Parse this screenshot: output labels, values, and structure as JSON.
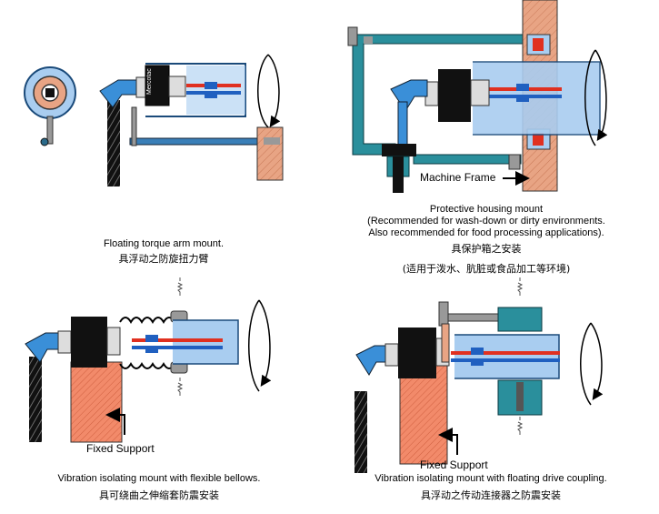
{
  "panels": {
    "torque_arm": {
      "caption_en": "Floating torque arm mount.",
      "caption_zh": "具浮动之防旋扭力臂"
    },
    "housing": {
      "caption_en_1": "Protective housing mount",
      "caption_en_2": "(Recommended for wash-down or dirty environments.",
      "caption_en_3": "Also recommended for food processing applications).",
      "caption_zh_1": "具保护箱之安装",
      "caption_zh_2": "(适用于泼水、肮脏或食品加工等环境)",
      "label_frame": "Machine Frame"
    },
    "bellows": {
      "caption_en": "Vibration isolating mount with flexible bellows.",
      "caption_zh": "具可绕曲之伸缩套防震安装",
      "label_support": "Fixed Support"
    },
    "coupling": {
      "caption_en": "Vibration isolating mount with floating drive coupling.",
      "caption_zh": "具浮动之传动连接器之防震安装",
      "label_support": "Fixed Support"
    }
  },
  "brand_mark": "Mercotac",
  "colors": {
    "shaft_blue": "#a9cdf0",
    "teal": "#2a8f9c",
    "wood": "#e8a484",
    "support_orange": "#f28a6a",
    "cable_black": "#111111",
    "elbow_blue": "#3a8fd8",
    "wire_red": "#e03020",
    "wire_blue": "#2060c0"
  }
}
